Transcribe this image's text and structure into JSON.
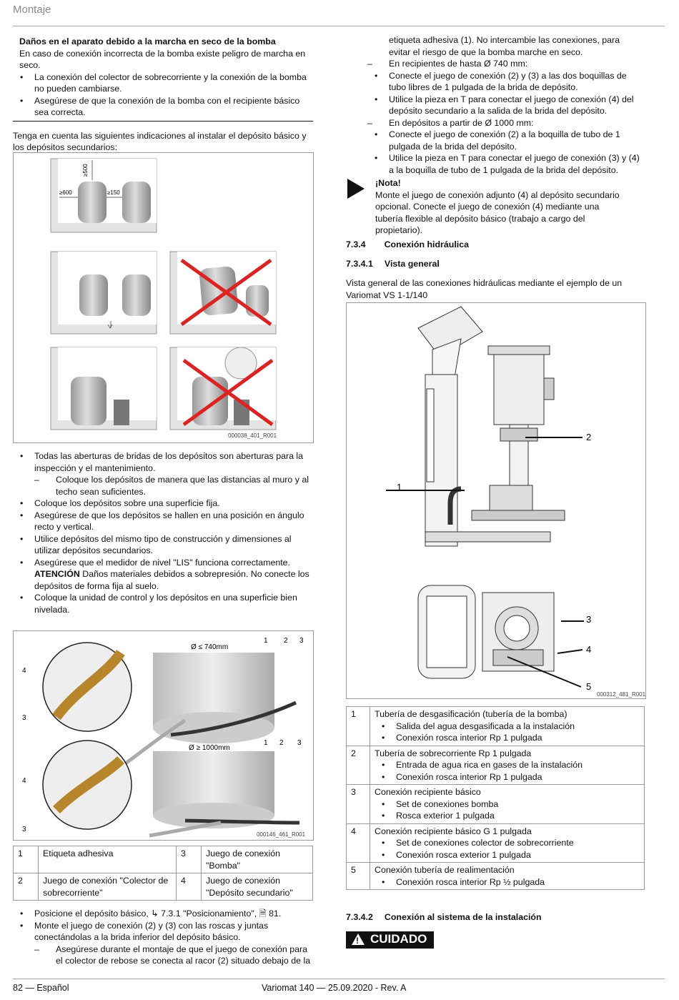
{
  "header": {
    "section": "Montaje"
  },
  "footer": {
    "page": "82 — Español",
    "doc": "Variomat 140 — 25.09.2020 - Rev. A"
  },
  "warning": {
    "title": "Daños en el aparato debido a la marcha en seco de la bomba",
    "text": "En caso de conexión incorrecta de la bomba existe peligro de marcha en seco.",
    "items": [
      "La conexión del colector de sobrecorriente y la conexión de la bomba no pueden cambiarse.",
      "Asegúrese de que la conexión de la bomba con el recipiente básico sea correcta."
    ]
  },
  "intro": "Tenga en cuenta las siguientes indicaciones al instalar el depósito básico y los depósitos secundarios:",
  "fig1": {
    "dim_top": "≥500",
    "dim_left": "≥600",
    "dim_right": "≥150",
    "code": "000038_401_R001"
  },
  "bullets1": [
    {
      "text": "Todas las aberturas de bridas de los depósitos son aberturas para la inspección y el mantenimiento."
    },
    {
      "dash": "Coloque los depósitos de manera que las distancias al muro y al techo sean suficientes."
    },
    {
      "text": "Coloque los depósitos sobre una superficie fija."
    },
    {
      "text": "Asegúrese de que los depósitos se hallen en una posición en ángulo recto y vertical."
    },
    {
      "text": "Utilice depósitos del mismo tipo de construcción y dimensiones al utilizar depósitos secundarios."
    },
    {
      "text": "Asegúrese que el medidor de nivel \"LIS\" funciona correctamente."
    },
    {
      "text": "Coloque la unidad de control y los depósitos en una superficie bien nivelada."
    }
  ],
  "atencion": {
    "label": "ATENCIÓN",
    "text": " Daños materiales debidos a sobrepresión. No conecte los depósitos de forma fija al suelo."
  },
  "fig2": {
    "d1": "Ø ≤ 740mm",
    "d2": "Ø ≥ 1000mm",
    "n1": "1",
    "n2": "2",
    "n3": "3",
    "n4": "4",
    "code": "000146_461_R001"
  },
  "table1": [
    [
      "1",
      "Etiqueta adhesiva",
      "3",
      "Juego de conexión \"Bomba\""
    ],
    [
      "2",
      "Juego de conexión \"Colector de sobrecorriente\"",
      "4",
      "Juego de conexión \"Depósito secundario\""
    ]
  ],
  "bullets2": [
    {
      "text": "Posicione el depósito básico, ↳ 7.3.1 \"Posicionamiento\", 🗎 81."
    },
    {
      "text": "Monte el juego de conexión (2) y (3) con las roscas y juntas conectándolas a la brida inferior del depósito básico."
    },
    {
      "dash": "Asegúrese durante el montaje de que el juego de conexión para el colector de rebose se conecta al racor (2) situado debajo de la"
    }
  ],
  "right": {
    "cont": "etiqueta adhesiva (1). No intercambie las conexiones, para evitar el riesgo de que la bomba marche en seco.",
    "d740": "En recipientes de hasta Ø 740 mm:",
    "d740_items": [
      "Conecte el juego de conexión (2) y (3) a las dos boquillas de tubo libres de 1 pulgada de la brida de depósito.",
      "Utilice la pieza en T para conectar el juego de conexión (4) del depósito secundario a la salida de la brida del depósito."
    ],
    "d1000": "En depósitos a partir de Ø 1000 mm:",
    "d1000_items": [
      "Conecte el juego de conexión (2) a la boquilla de tubo de 1 pulgada de la brida del depósito.",
      "Utilice la pieza en T para conectar el juego de conexión (3) y (4) a la boquilla de tubo de 1 pulgada de la brida del depósito."
    ],
    "note_title": "¡Nota!",
    "note_text": "Monte el juego de conexión adjunto (4) al depósito secundario opcional. Conecte el juego de conexión (4) mediante una tubería flexible al depósito básico (trabajo a cargo del propietario).",
    "s734": "7.3.4",
    "s734_title": "Conexión hidráulica",
    "s7341": "7.3.4.1",
    "s7341_title": "Vista general",
    "overview": "Vista general de las conexiones hidráulicas mediante el ejemplo de un Variomat VS 1-1/140",
    "fig3": {
      "n1": "1",
      "n2": "2",
      "n3": "3",
      "n4": "4",
      "n5": "5",
      "code": "000312_481_R001"
    },
    "s7342": "7.3.4.2",
    "s7342_title": "Conexión al sistema de la instalación",
    "cuidado": "CUIDADO"
  },
  "table2": [
    {
      "n": "1",
      "title": "Tubería de desgasificación (tubería de la bomba)",
      "items": [
        "Salida del agua desgasificada a la instalación",
        "Conexión rosca interior Rp 1 pulgada"
      ]
    },
    {
      "n": "2",
      "title": "Tubería de sobrecorriente Rp 1 pulgada",
      "items": [
        "Entrada de agua rica en gases de la instalación",
        "Conexión rosca interior Rp 1 pulgada"
      ]
    },
    {
      "n": "3",
      "title": "Conexión recipiente básico",
      "items": [
        "Set de conexiones bomba",
        "Rosca exterior 1 pulgada"
      ]
    },
    {
      "n": "4",
      "title": "Conexión recipiente básico G 1 pulgada",
      "items": [
        "Set de conexiones colector de sobrecorriente",
        "Conexión rosca exterior 1 pulgada"
      ]
    },
    {
      "n": "5",
      "title": "Conexión tubería de realimentación",
      "items": [
        "Conexión rosca interior Rp ½ pulgada"
      ]
    }
  ]
}
